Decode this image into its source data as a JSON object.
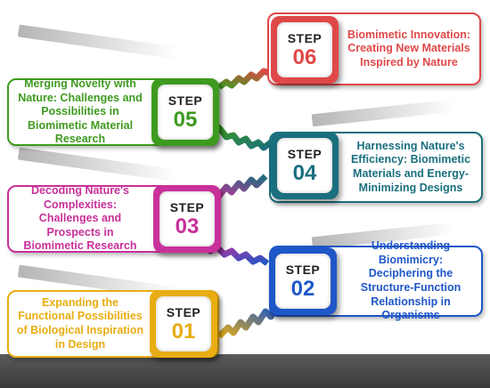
{
  "diagram": {
    "steps": [
      {
        "word": "STEP",
        "number": "01",
        "text": "Expanding the Functional Possibilities of Biological Inspiration in Design",
        "color": "#e8ad12"
      },
      {
        "word": "STEP",
        "number": "02",
        "text": "Understanding Biomimicry: Deciphering the Structure-Function Relationship in Organisms",
        "color": "#1f57c8"
      },
      {
        "word": "STEP",
        "number": "03",
        "text": "Decoding Nature's Complexities: Challenges and Prospects in Biomimetic Research",
        "color": "#c8309a"
      },
      {
        "word": "STEP",
        "number": "04",
        "text": "Harnessing Nature's Efficiency: Biomimetic Materials and Energy-Minimizing Designs",
        "color": "#1a6f7e"
      },
      {
        "word": "STEP",
        "number": "05",
        "text": "Merging Novelty with Nature: Challenges and Possibilities in Biomimetic Material Research",
        "color": "#3e9a1f"
      },
      {
        "word": "STEP",
        "number": "06",
        "text": "Biomimetic Innovation: Creating New Materials Inspired by Nature",
        "color": "#e04848"
      }
    ]
  }
}
